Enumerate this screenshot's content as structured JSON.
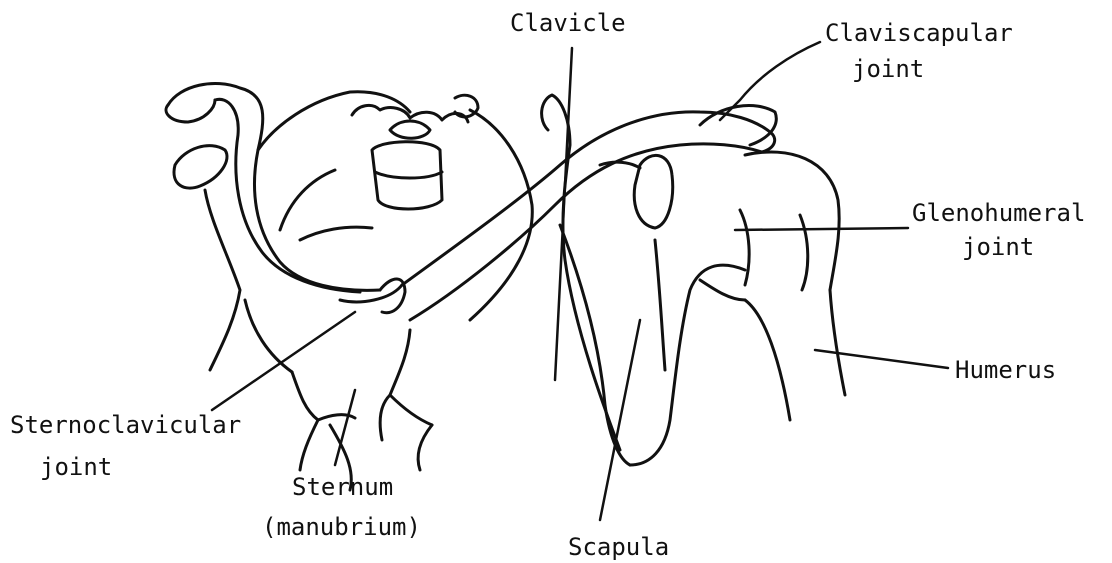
{
  "labels": {
    "clavicle": "Clavicle",
    "claviscapular_line1": "Claviscapular",
    "claviscapular_line2": "joint",
    "glenohumeral_line1": "Glenohumeral",
    "glenohumeral_line2": "joint",
    "humerus": "Humerus",
    "sternoclavicular_line1": "Sternoclavicular",
    "sternoclavicular_line2": "joint",
    "sternum_line1": "Sternum",
    "sternum_line2": "(manubrium)",
    "scapula": "Scapula"
  },
  "colors": {
    "ink": "#111111",
    "background": "#ffffff"
  }
}
